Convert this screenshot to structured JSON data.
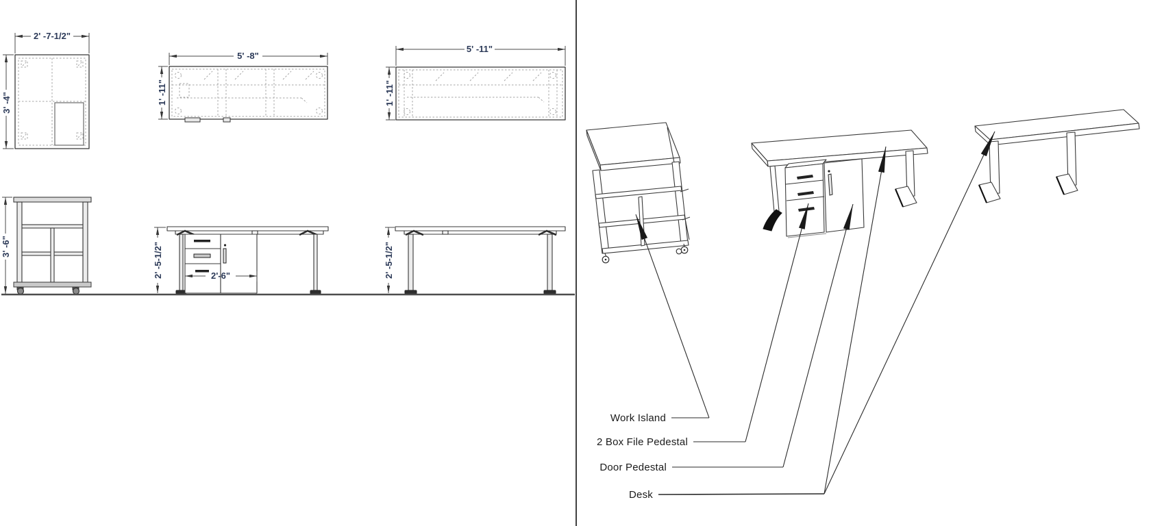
{
  "colors": {
    "dimension_text": "#2c3a58",
    "dimension_line": "#4a4a4a",
    "drawing_line": "#383838",
    "detail_line": "#a6a6a6",
    "callout_text": "#1b1b1b",
    "ground_line": "#4d4d4d",
    "divider_line": "#2b2b2b"
  },
  "orthographic_views": {
    "work_island_plan": {
      "width_dim": "2' -7-1/2\"",
      "depth_dim": "3' -4\""
    },
    "desk_with_pedestal_plan": {
      "width_dim": "5' -8\"",
      "depth_dim": "1' -11\""
    },
    "desk_plan": {
      "width_dim": "5' -11\"",
      "depth_dim": "1' -11\""
    },
    "work_island_front": {
      "height_dim": "3' -6\""
    },
    "desk_with_pedestal_front": {
      "height_dim": "2' -5-1/2\"",
      "pedestal_width_dim": "2'-6\""
    },
    "desk_front": {
      "height_dim": "2' -5-1/2\""
    }
  },
  "callouts": {
    "work_island": "Work Island",
    "box_file_pedestal": "2 Box File Pedestal",
    "door_pedestal": "Door Pedestal",
    "desk": "Desk"
  }
}
